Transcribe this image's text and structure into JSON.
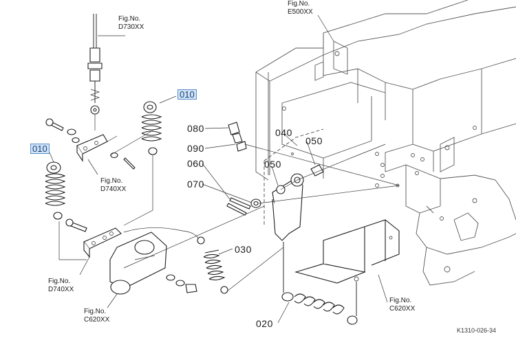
{
  "diagram": {
    "part_labels": {
      "p010_left": "010",
      "p010_right": "010",
      "p020": "020",
      "p030": "030",
      "p040": "040",
      "p050_a": "050",
      "p050_b": "050",
      "p060": "060",
      "p070": "070",
      "p080": "080",
      "p090": "090"
    },
    "fig_refs": {
      "d730": {
        "title": "Fig.No.",
        "code": "D730XX"
      },
      "e500": {
        "title": "Fig.No.",
        "code": "E500XX"
      },
      "d740_upper": {
        "title": "Fig.No.",
        "code": "D740XX"
      },
      "d740_lower": {
        "title": "Fig.No.",
        "code": "D740XX"
      },
      "c620_left": {
        "title": "Fig.No.",
        "code": "C620XX"
      },
      "c620_right": {
        "title": "Fig.No.",
        "code": "C620XX"
      }
    },
    "drawing_code": "K1310-026-34",
    "highlight_color": "#cfe3f7"
  }
}
